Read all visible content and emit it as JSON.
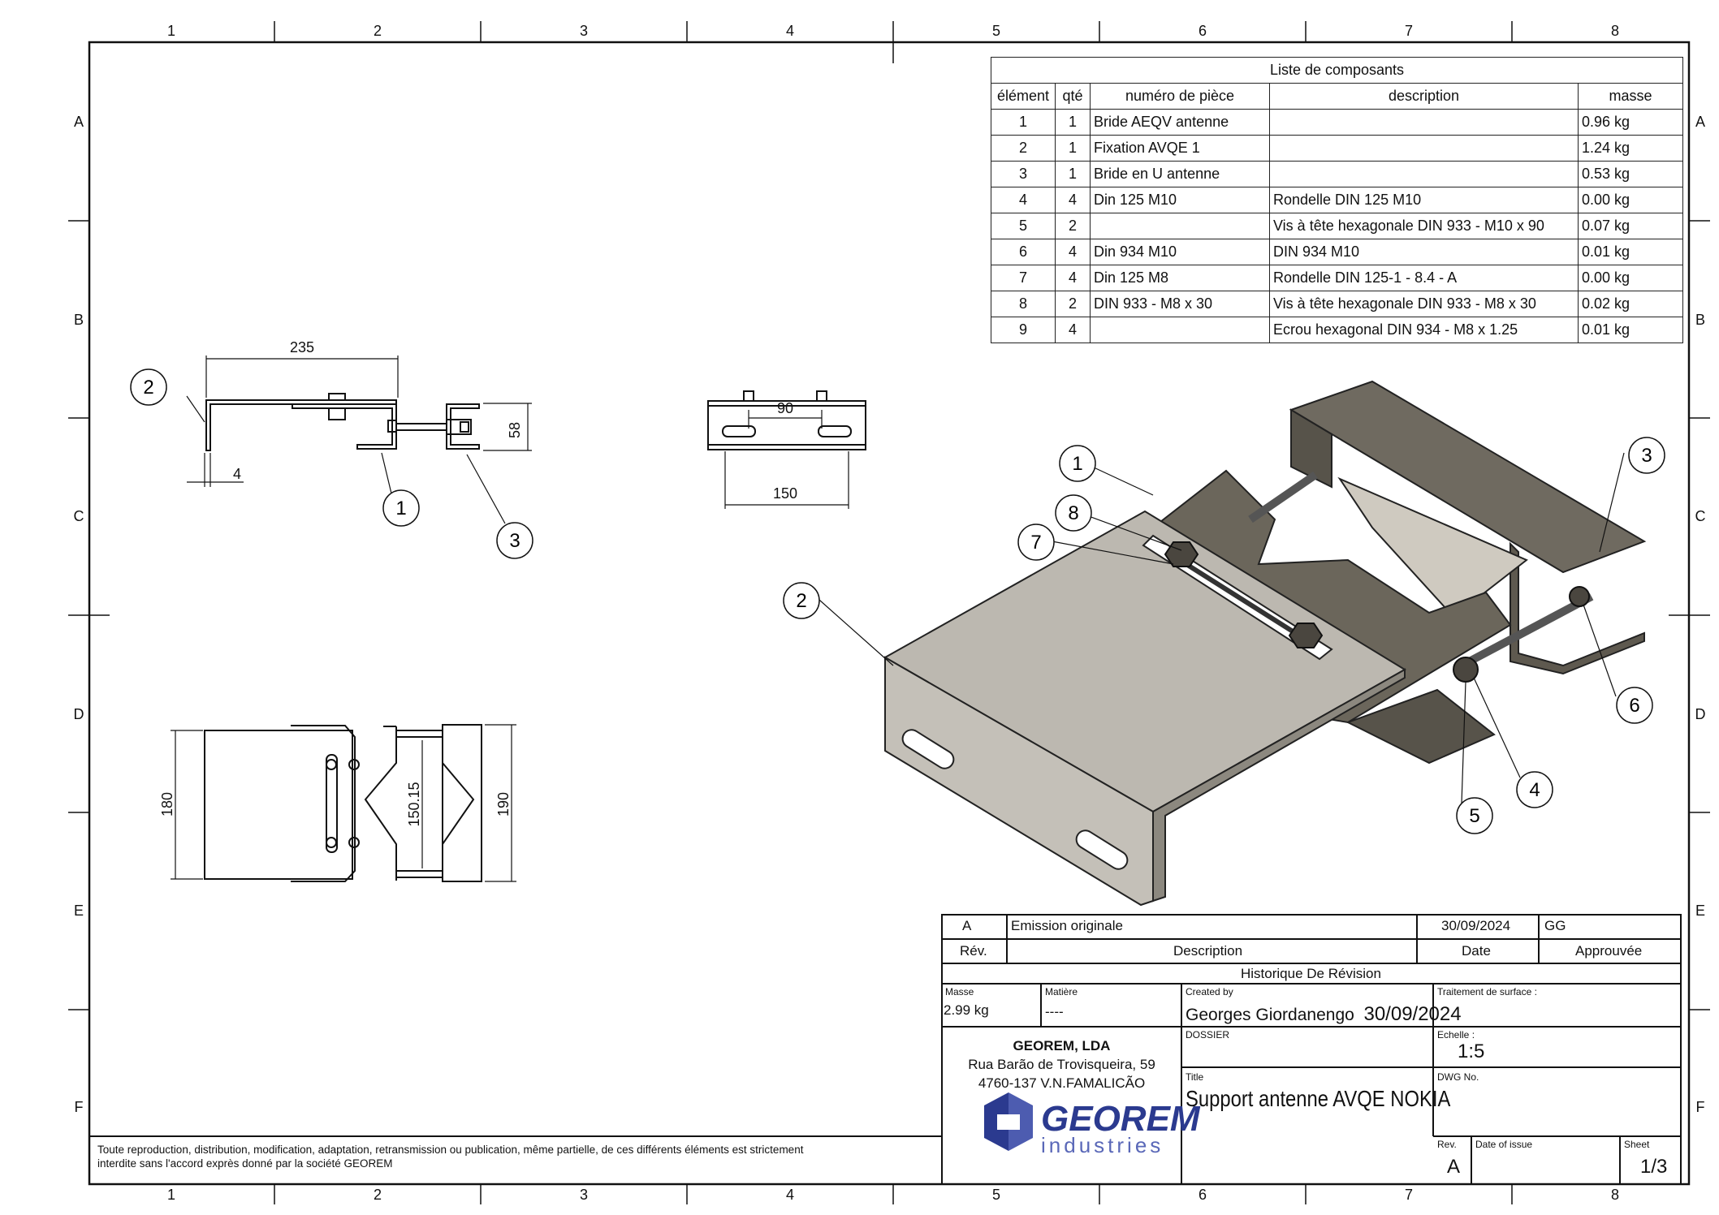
{
  "frame": {
    "columns": [
      "1",
      "2",
      "3",
      "4",
      "5",
      "6",
      "7",
      "8"
    ],
    "rows": [
      "A",
      "B",
      "C",
      "D",
      "E",
      "F"
    ]
  },
  "bom": {
    "title": "Liste de composants",
    "headers": [
      "élément",
      "qté",
      "numéro de pièce",
      "description",
      "masse"
    ],
    "rows": [
      [
        "1",
        "1",
        "Bride AEQV antenne",
        "",
        "0.96 kg"
      ],
      [
        "2",
        "1",
        "Fixation AVQE 1",
        "",
        "1.24 kg"
      ],
      [
        "3",
        "1",
        "Bride en U antenne",
        "",
        "0.53 kg"
      ],
      [
        "4",
        "4",
        "Din 125 M10",
        "Rondelle DIN 125 M10",
        "0.00 kg"
      ],
      [
        "5",
        "2",
        "",
        "Vis à tête hexagonale DIN 933 - M10 x 90",
        "0.07 kg"
      ],
      [
        "6",
        "4",
        "Din 934 M10",
        "DIN 934 M10",
        "0.01 kg"
      ],
      [
        "7",
        "4",
        "Din 125 M8",
        "Rondelle DIN 125-1 - 8.4 - A",
        "0.00 kg"
      ],
      [
        "8",
        "2",
        "DIN 933 - M8 x 30",
        "Vis à tête hexagonale DIN 933 - M8 x 30",
        "0.02 kg"
      ],
      [
        "9",
        "4",
        "",
        "Ecrou hexagonal DIN 934 - M8 x 1.25",
        "0.01 kg"
      ]
    ]
  },
  "dims": {
    "width_top": "235",
    "thickness": "4",
    "height_side": "58",
    "slot_spacing": "90",
    "front_width": "150",
    "plan_height": "180",
    "clamp_inner": "150.15",
    "clamp_outer": "190"
  },
  "balloons": {
    "side": [
      "2",
      "1",
      "3"
    ],
    "iso": [
      "1",
      "8",
      "7",
      "2",
      "3",
      "6",
      "4",
      "5"
    ]
  },
  "revision": {
    "rev": "A",
    "desc": "Emission originale",
    "date": "30/09/2024",
    "approved": "GG",
    "h_rev": "Rév.",
    "h_desc": "Description",
    "h_date": "Date",
    "h_approved": "Approuvée",
    "history_title": "Historique De Révision"
  },
  "titleblock": {
    "masse_label": "Masse",
    "masse": "2.99 kg",
    "matiere_label": "Matière",
    "matiere": "----",
    "created_label": "Created by",
    "created": "Georges Giordanengo",
    "created_date": "30/09/2024",
    "surface_label": "Traitement de surface :",
    "company": "GEOREM, LDA",
    "address1": "Rua Barão de Trovisqueira, 59",
    "address2": "4760-137 V.N.FAMALICÃO",
    "dossier_label": "DOSSIER",
    "echelle_label": "Echelle :",
    "echelle": "1:5",
    "title_label": "Title",
    "title": "Support antenne AVQE NOKIA",
    "dwg_label": "DWG No.",
    "rev_label": "Rev.",
    "rev": "A",
    "doi_label": "Date of issue",
    "sheet_label": "Sheet",
    "sheet": "1/3",
    "logo_name": "GEOREM",
    "logo_sub": "industries",
    "notice1": "Toute reproduction, distribution, modification, adaptation, retransmission ou publication, même partielle, de ces différents éléments est strictement",
    "notice2": " interdite sans l'accord exprès donné par la société GEOREM"
  },
  "colors": {
    "line": "#111111",
    "logo_blue": "#2b3a8f",
    "plate": "#b9b5ad",
    "steel": "#6f6a60"
  }
}
